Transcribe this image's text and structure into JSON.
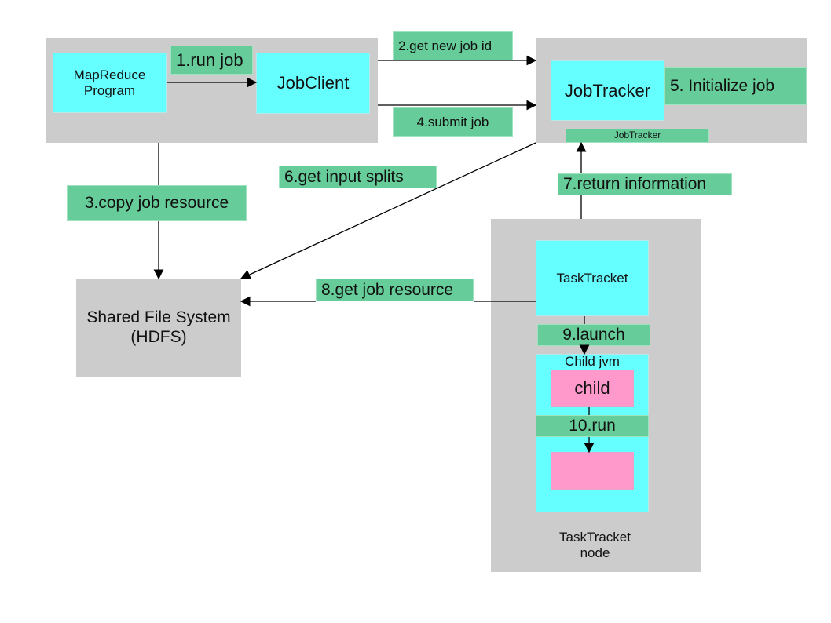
{
  "labels": {
    "mapreduce_program": "MapReduce\nProgram",
    "jobclient": "JobClient",
    "jobtracker": "JobTracker",
    "jobtracker_small": "JobTracker",
    "shared_fs": "Shared File System\n(HDFS)",
    "tasktracket": "TaskTracket",
    "child_jvm": "Child jvm",
    "child": "child",
    "tasktracket_node": "TaskTracket\nnode"
  },
  "steps": {
    "run_job": "1.run job",
    "get_new_job_id": "2.get new job id",
    "copy_job_resource": "3.copy job resource",
    "submit_job": "4.submit job",
    "initialize_job": "5. Initialize  job",
    "get_input_splits": "6.get input splits",
    "return_information": "7.return information",
    "get_job_resource": "8.get job resource",
    "launch": "9.launch",
    "run": "10.run"
  },
  "colors": {
    "grey": "#cccccc",
    "cyan": "#66ffff",
    "green": "#66cc99",
    "pink": "#ff99cc"
  }
}
